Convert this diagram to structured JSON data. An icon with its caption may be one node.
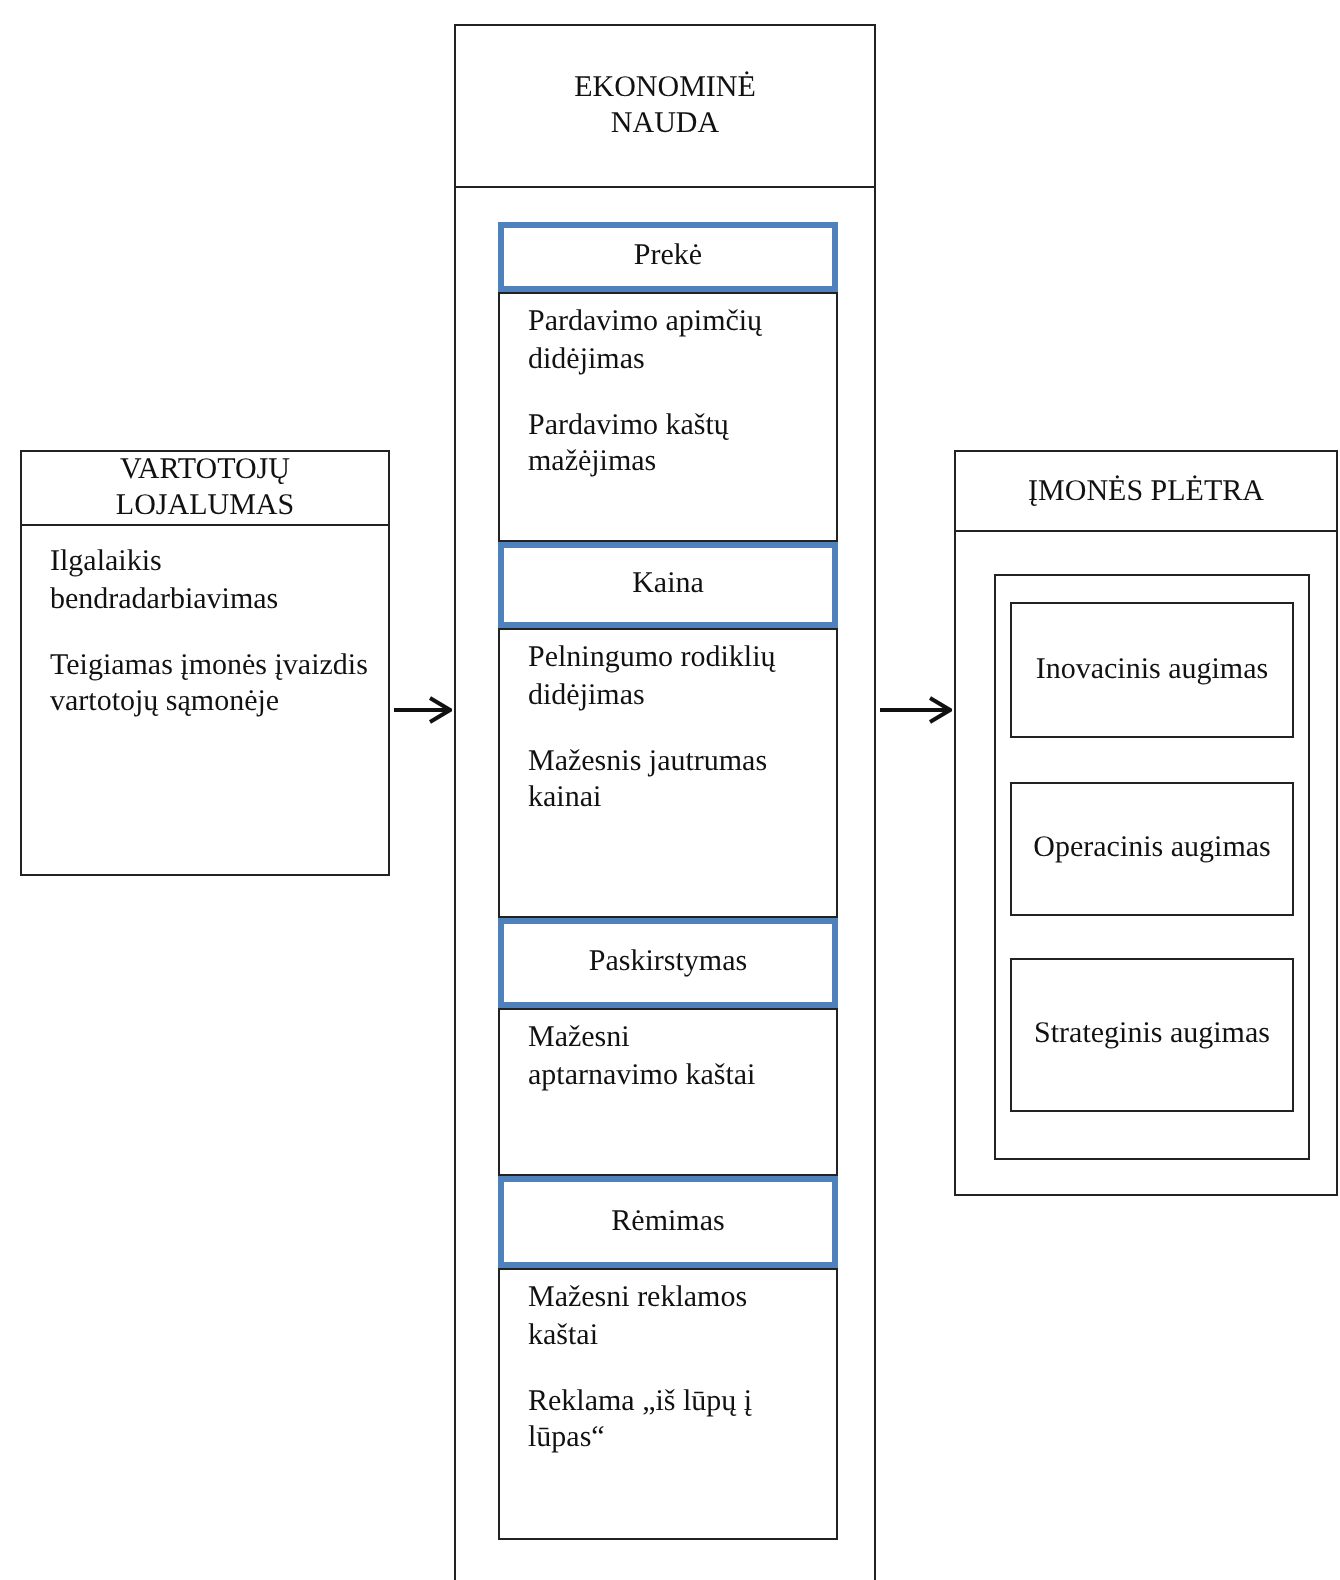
{
  "diagram": {
    "nodes": [
      {
        "text": [
          "VARTOTOJŲ LOJALUMAS",
          "Ilgalaikis bendradarbiavimas",
          "Teigiamas įmonės įvaizdis vartotojų sąmonėje"
        ]
      },
      {
        "text": [
          "EKONOMINĖ NAUDA"
        ]
      },
      {
        "text": [
          "Prekė"
        ],
        "in": 1
      },
      {
        "text": [
          "Pardavimo apimčių didėjimas",
          "Pardavimo kaštų mažėjimas"
        ],
        "in": 1
      },
      {
        "text": [
          "Kaina"
        ],
        "in": 1
      },
      {
        "text": [
          "Pelningumo rodiklių didėjimas",
          "Mažesnis jautrumas kainai"
        ],
        "in": 1
      },
      {
        "text": [
          "Paskirstymas"
        ],
        "in": 1
      },
      {
        "text": [
          "Mažesni aptarnavimo kaštai"
        ],
        "in": 1
      },
      {
        "text": [
          "Rėmimas"
        ],
        "in": 1
      },
      {
        "text": [
          "Mažesni reklamos kaštai",
          "Reklama „iš lūpų į lūpas“"
        ],
        "in": 1
      },
      {
        "text": [
          "ĮMONĖS PLĖTRA"
        ]
      },
      {
        "text": [],
        "shape": "box",
        "in": 10
      },
      {
        "text": [
          "Inovacinis augimas"
        ],
        "in": 11
      },
      {
        "text": [
          "Operacinis augimas"
        ],
        "in": 11
      },
      {
        "text": [
          "Strateginis augimas"
        ],
        "in": 11
      }
    ],
    "edges": [
      {
        "from": 0,
        "to": 1,
        "arrow": "to"
      },
      {
        "from": 1,
        "to": 10,
        "arrow": "to"
      }
    ]
  }
}
